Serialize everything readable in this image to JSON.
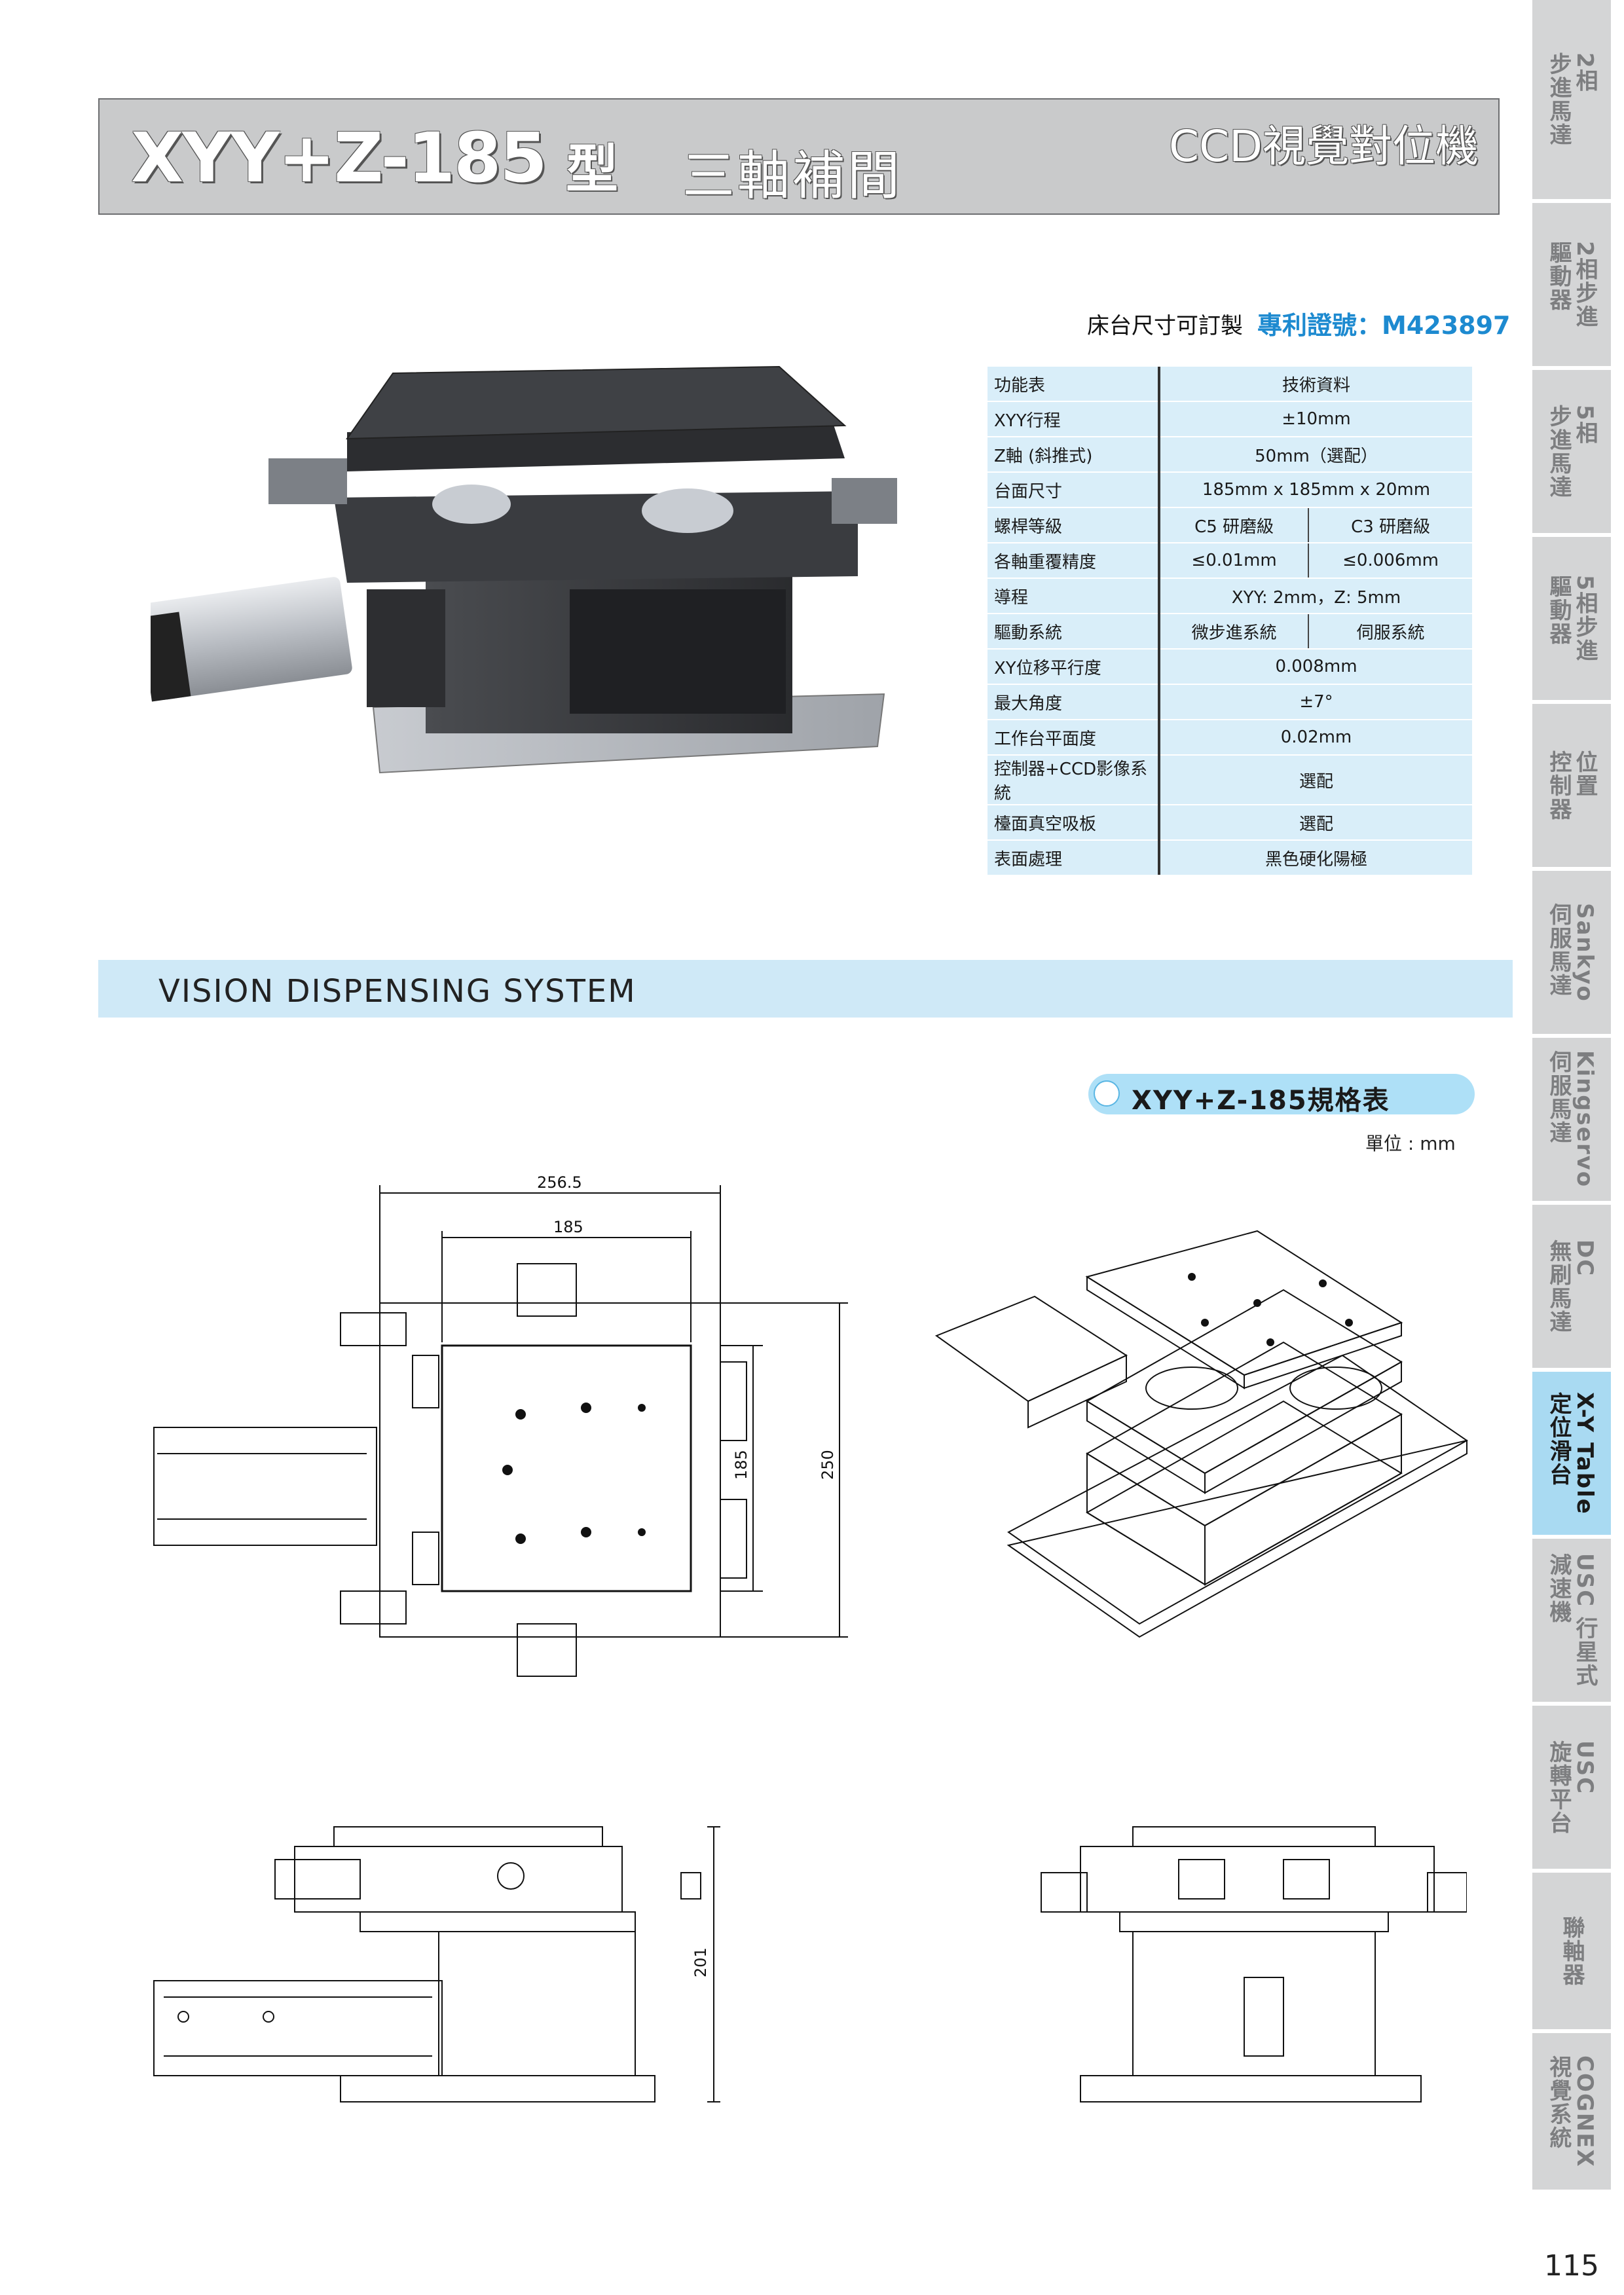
{
  "header": {
    "model": "XYY+Z-185",
    "type_char": "型",
    "description": "三軸補間",
    "category": "CCD視覺對位機"
  },
  "sidebar": {
    "tabs": [
      {
        "line1": "2相",
        "line2": "步進馬達",
        "active": false
      },
      {
        "line1": "2相步進",
        "line2": "驅動器",
        "active": false
      },
      {
        "line1": "5相",
        "line2": "步進馬達",
        "active": false
      },
      {
        "line1": "5相步進",
        "line2": "驅動器",
        "active": false
      },
      {
        "line1": "位置",
        "line2": "控制器",
        "active": false
      },
      {
        "line1": "Sankyo",
        "line2": "伺服馬達",
        "active": false
      },
      {
        "line1": "Kingservo",
        "line2": "伺服馬達",
        "active": false
      },
      {
        "line1": "DC",
        "line2": "無刷馬達",
        "active": false
      },
      {
        "line1": "X-Y Table",
        "line2": "定位滑台",
        "active": true
      },
      {
        "line1": "USC 行星式",
        "line2": "減速機",
        "active": false
      },
      {
        "line1": "USC",
        "line2": "旋轉平台",
        "active": false
      },
      {
        "line1": "",
        "line2": "聯軸器",
        "active": false
      },
      {
        "line1": "COGNEX",
        "line2": "視覺系統",
        "active": false
      }
    ]
  },
  "spec": {
    "note": "床台尺寸可訂製",
    "patent": "專利證號：M423897",
    "rows": [
      {
        "label": "功能表",
        "value": "技術資料"
      },
      {
        "label": "XYY行程",
        "value": "±10mm"
      },
      {
        "label": "Z軸 (斜推式)",
        "value": "50mm（選配）"
      },
      {
        "label": "台面尺寸",
        "value": "185mm x 185mm x 20mm"
      },
      {
        "label": "螺桿等級",
        "value_a": "C5 研磨級",
        "value_b": "C3 研磨級"
      },
      {
        "label": "各軸重覆精度",
        "value_a": "≤0.01mm",
        "value_b": "≤0.006mm"
      },
      {
        "label": "導程",
        "value": "XYY: 2mm，Z: 5mm"
      },
      {
        "label": "驅動系統",
        "value_a": "微步進系統",
        "value_b": "伺服系統"
      },
      {
        "label": "XY位移平行度",
        "value": "0.008mm"
      },
      {
        "label": "最大角度",
        "value": "±7°"
      },
      {
        "label": "工作台平面度",
        "value": "0.02mm"
      },
      {
        "label": "控制器+CCD影像系統",
        "value": "選配"
      },
      {
        "label": "檯面真空吸板",
        "value": "選配"
      },
      {
        "label": "表面處理",
        "value": "黑色硬化陽極"
      }
    ]
  },
  "banner": "VISION DISPENSING SYSTEM",
  "spec_heading": "XYY+Z-185規格表",
  "unit": "單位 : mm",
  "dimensions": {
    "overall_width": "256.5",
    "table_width": "185",
    "table_depth": "185",
    "overall_depth": "250",
    "height": "201"
  },
  "page_number": "115"
}
